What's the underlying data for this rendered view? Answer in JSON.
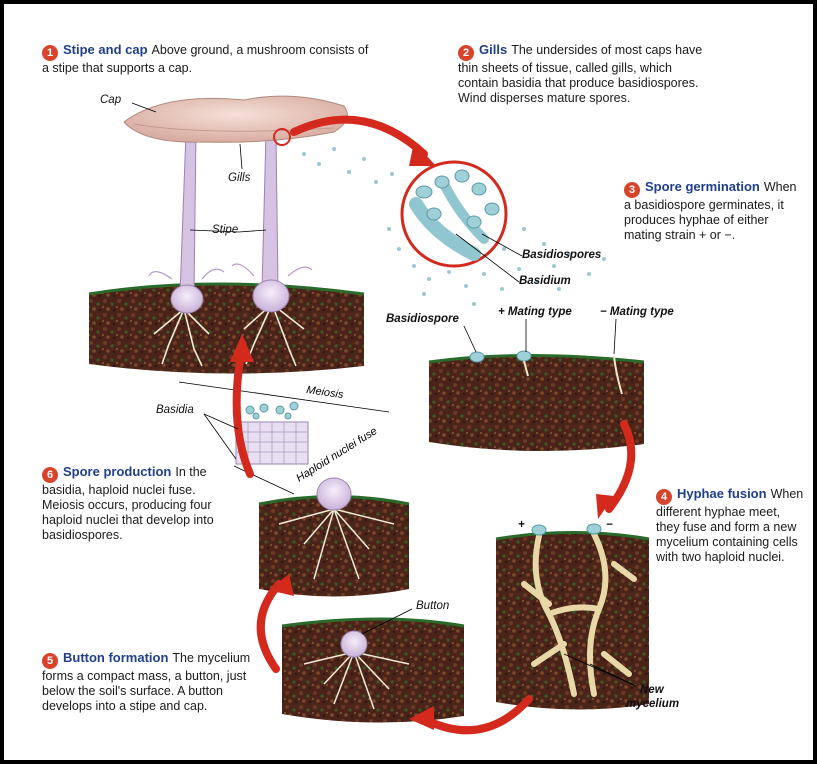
{
  "steps": [
    {
      "num": "1",
      "title": "Stipe and cap",
      "text": "Above ground, a mushroom consists of a stipe that supports a cap."
    },
    {
      "num": "2",
      "title": "Gills",
      "text": "The undersides of most caps have thin sheets of tissue, called gills, which contain basidia that produce basidiospores. Wind disperses mature spores."
    },
    {
      "num": "3",
      "title": "Spore germination",
      "text": "When a basidiospore germinates, it produces hyphae of either mating strain + or −."
    },
    {
      "num": "4",
      "title": "Hyphae fusion",
      "text": "When different hyphae meet, they fuse and form a new mycelium containing cells with two haploid nuclei."
    },
    {
      "num": "5",
      "title": "Button formation",
      "text": "The mycelium forms a compact mass, a button, just below the soil's surface. A button develops into a stipe and cap."
    },
    {
      "num": "6",
      "title": "Spore production",
      "text": "In the basidia, haploid nuclei fuse. Meiosis occurs, producing four haploid nuclei that develop into basidiospores."
    }
  ],
  "labels": {
    "cap": "Cap",
    "gills": "Gills",
    "stipe": "Stipe",
    "basidiospores": "Basidiospores",
    "basidium": "Basidium",
    "basidiospore": "Basidiospore",
    "plus_mating": "+ Mating type",
    "minus_mating": "− Mating type",
    "basidia": "Basidia",
    "meiosis": "Meiosis",
    "haploid_fuse": "Haploid nuclei fuse",
    "plus": "+",
    "minus": "−",
    "button": "Button",
    "new_mycelium_1": "New",
    "new_mycelium_2": "mycelium"
  },
  "colors": {
    "step_number": "#d8432c",
    "step_title": "#1f3f8c",
    "arrow": "#d42a1e",
    "soil": "#5a2e1c",
    "spore": "#8fc6cf",
    "cap": "#e8c8c0",
    "stipe": "#dcc8e6",
    "mycelium": "#f2e8c8"
  }
}
